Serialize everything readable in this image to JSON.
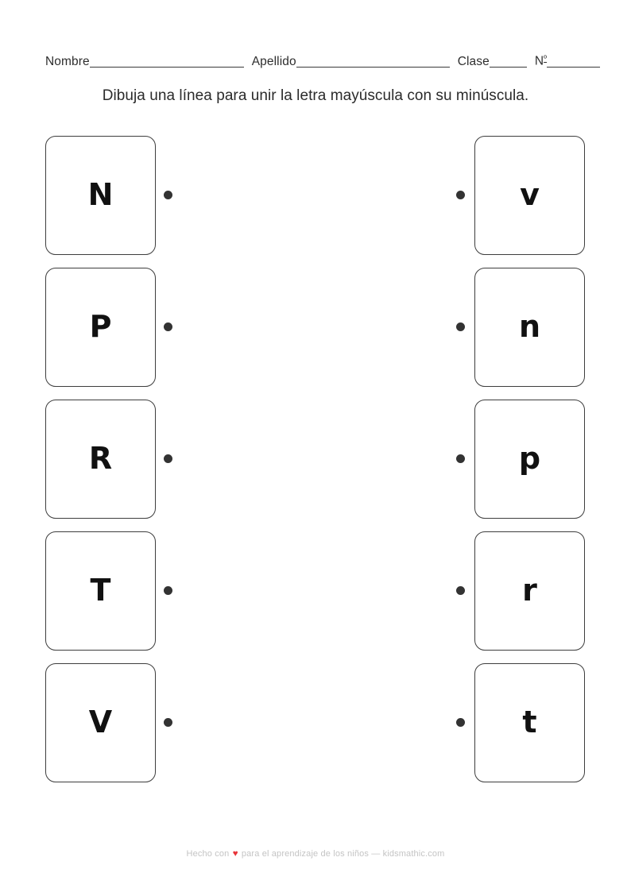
{
  "header": {
    "name_label": "Nombre",
    "surname_label": "Apellido",
    "class_label": "Clase",
    "number_label": "N",
    "number_superscript": "º"
  },
  "instruction": {
    "text": "Dibuja una línea para unir la letra mayúscula con su minúscula."
  },
  "board": {
    "rows": [
      {
        "left_letter": "N",
        "right_letter": "v"
      },
      {
        "left_letter": "P",
        "right_letter": "n"
      },
      {
        "left_letter": "R",
        "right_letter": "p"
      },
      {
        "left_letter": "T",
        "right_letter": "r"
      },
      {
        "left_letter": "V",
        "right_letter": "t"
      }
    ]
  },
  "footer": {
    "text_before": "Hecho con",
    "heart": "♥",
    "text_after": "para el aprendizaje de los niños — kidsmathic.com"
  },
  "colors": {
    "ink": "#2b2b2b",
    "card_border": "#3d3d3d",
    "dot": "#333333",
    "footer_text": "#c4c4c4",
    "heart": "#e8343a",
    "page_background": "#ffffff"
  }
}
